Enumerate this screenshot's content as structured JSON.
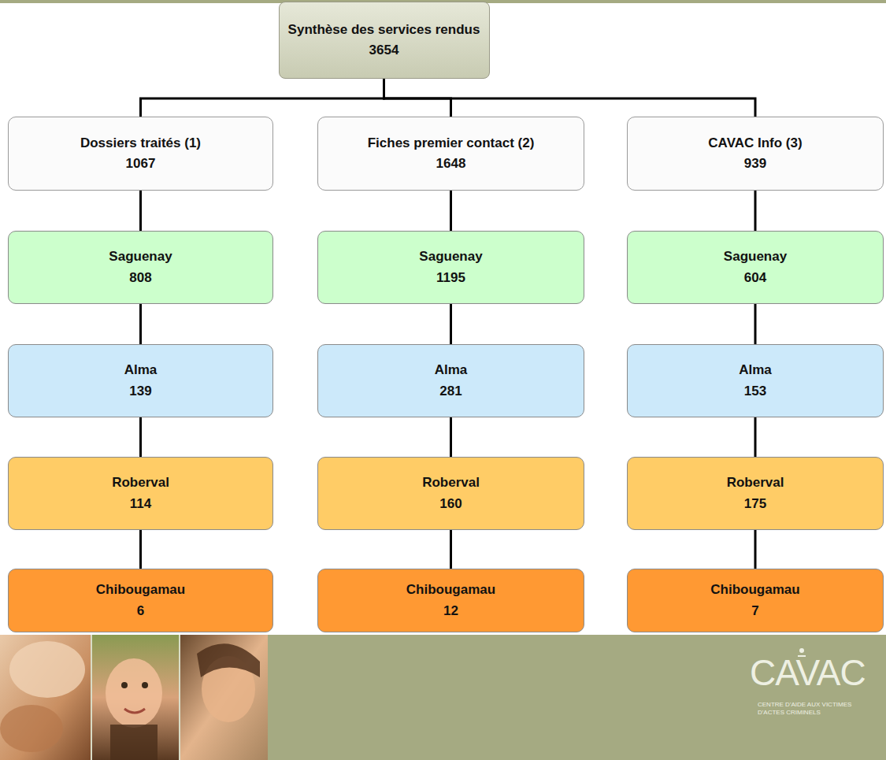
{
  "diagram": {
    "nodes": [
      {
        "text": [
          "Synthèse des services rendus",
          "3654"
        ]
      },
      {
        "text": [
          "Dossiers traités (1)",
          "1067"
        ]
      },
      {
        "text": [
          "Fiches premier contact (2)",
          "1648"
        ]
      },
      {
        "text": [
          "CAVAC Info (3)",
          "939"
        ]
      },
      {
        "text": [
          "Saguenay",
          "808"
        ]
      },
      {
        "text": [
          "Saguenay",
          "1195"
        ]
      },
      {
        "text": [
          "Saguenay",
          "604"
        ]
      },
      {
        "text": [
          "Alma",
          "139"
        ]
      },
      {
        "text": [
          "Alma",
          "281"
        ]
      },
      {
        "text": [
          "Alma",
          "153"
        ]
      },
      {
        "text": [
          "Roberval",
          "114"
        ]
      },
      {
        "text": [
          "Roberval",
          "160"
        ]
      },
      {
        "text": [
          "Roberval",
          "175"
        ]
      },
      {
        "text": [
          "Chibougamau",
          "6"
        ]
      },
      {
        "text": [
          "Chibougamau",
          "12"
        ]
      },
      {
        "text": [
          "Chibougamau",
          "7"
        ]
      }
    ],
    "edges": [
      {
        "from": 0,
        "to": 1,
        "arrow": "none"
      },
      {
        "from": 0,
        "to": 2,
        "arrow": "none"
      },
      {
        "from": 0,
        "to": 3,
        "arrow": "none"
      },
      {
        "from": 1,
        "to": 4,
        "arrow": "none"
      },
      {
        "from": 4,
        "to": 7,
        "arrow": "none"
      },
      {
        "from": 7,
        "to": 10,
        "arrow": "none"
      },
      {
        "from": 10,
        "to": 13,
        "arrow": "none"
      },
      {
        "from": 2,
        "to": 5,
        "arrow": "none"
      },
      {
        "from": 5,
        "to": 8,
        "arrow": "none"
      },
      {
        "from": 8,
        "to": 11,
        "arrow": "none"
      },
      {
        "from": 11,
        "to": 14,
        "arrow": "none"
      },
      {
        "from": 3,
        "to": 6,
        "arrow": "none"
      },
      {
        "from": 6,
        "to": 9,
        "arrow": "none"
      },
      {
        "from": 9,
        "to": 12,
        "arrow": "none"
      },
      {
        "from": 12,
        "to": 15,
        "arrow": "none"
      }
    ],
    "labels": [
      "CAVAC",
      "CENTRE D'AIDE AUX VICTIMES D'ACTES CRIMINELS"
    ]
  }
}
